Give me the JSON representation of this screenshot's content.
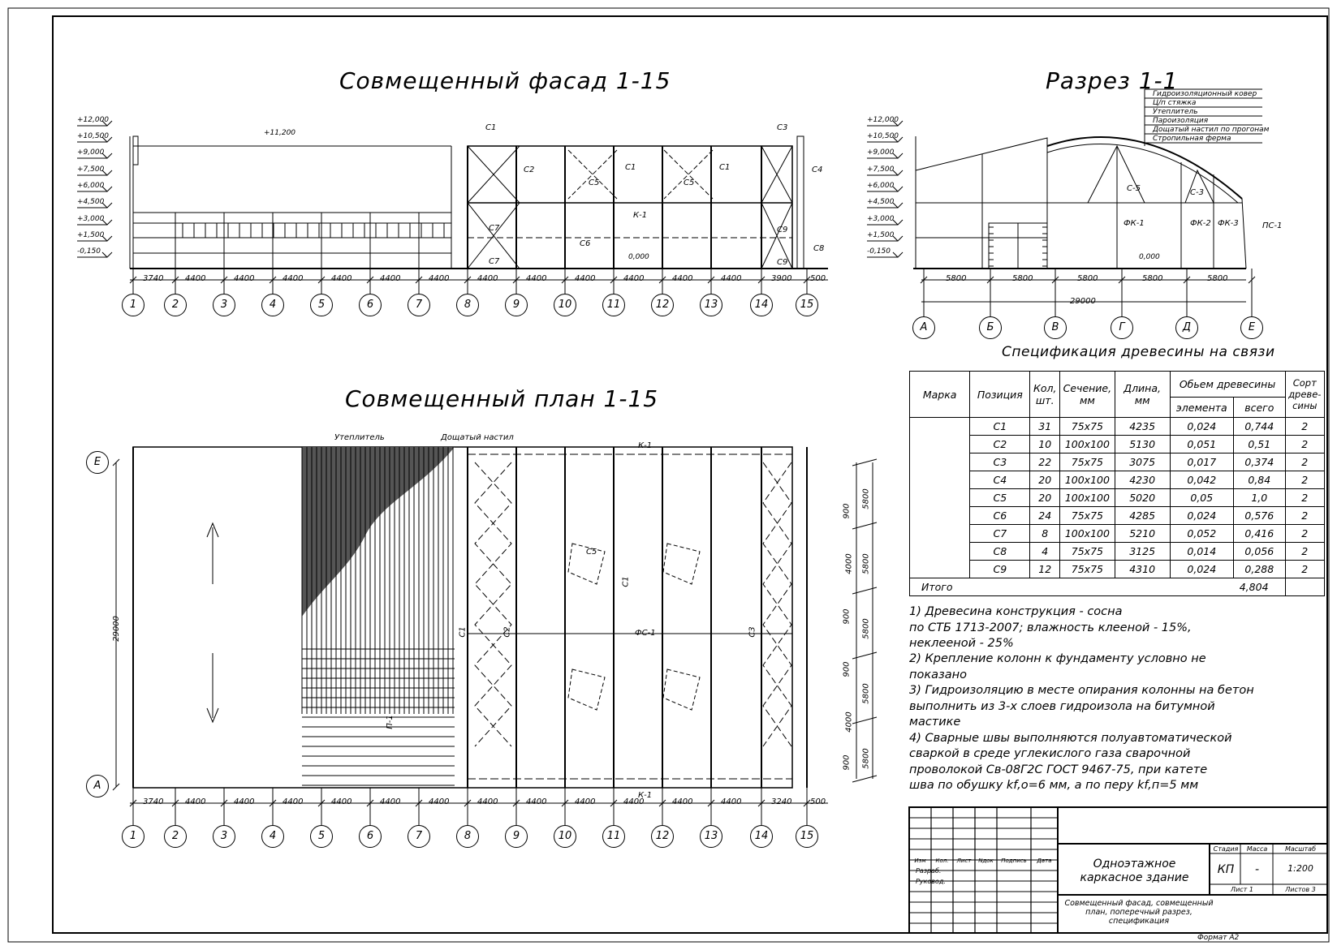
{
  "titles": {
    "facade": "Совмещенный фасад 1-15",
    "section": "Разрез 1-1",
    "plan": "Совмещенный план 1-15",
    "spec": "Спецификация древесины на связи"
  },
  "levels": [
    "+12,000",
    "+10,500",
    "+9,000",
    "+7,500",
    "+6,000",
    "+4,500",
    "+3,000",
    "+1,500",
    "-0,150"
  ],
  "facade": {
    "top_mark": "+11,200",
    "zero_mark": "0,000",
    "dims": [
      "3740",
      "4400",
      "4400",
      "4400",
      "4400",
      "4400",
      "4400",
      "4400",
      "4400",
      "4400",
      "4400",
      "4400",
      "4400",
      "3900",
      "500"
    ],
    "axes": [
      "1",
      "2",
      "3",
      "4",
      "5",
      "6",
      "7",
      "8",
      "9",
      "10",
      "11",
      "12",
      "13",
      "14",
      "15"
    ],
    "labels": {
      "c1a": "С1",
      "c1b": "С1",
      "c1c": "С1",
      "c2": "С2",
      "c3": "С3",
      "c4": "С4",
      "c5a": "С5",
      "c5b": "С5",
      "c6": "С6",
      "c7a": "С7",
      "c7b": "С7",
      "c8": "С8",
      "c9a": "С9",
      "c9b": "С9",
      "k1": "К-1"
    }
  },
  "section": {
    "layers": [
      "Гидроизоляционный ковер",
      "Ц/п стяжка",
      "Утеплитель",
      "Пароизоляция",
      "Дощатый настил по прогонам",
      "Стропильная ферма"
    ],
    "dims": [
      "5800",
      "5800",
      "5800",
      "5800",
      "5800"
    ],
    "total": "29000",
    "zero_mark": "0,000",
    "axes": [
      "А",
      "Б",
      "В",
      "Г",
      "Д",
      "Е"
    ],
    "labels": {
      "c5": "С-5",
      "c3": "С-3",
      "fk1": "ФК-1",
      "fk2": "ФК-2",
      "fk3": "ФК-3",
      "ps1": "ПС-1"
    }
  },
  "plan": {
    "dims": [
      "3740",
      "4400",
      "4400",
      "4400",
      "4400",
      "4400",
      "4400",
      "4400",
      "4400",
      "4400",
      "4400",
      "4400",
      "4400",
      "3240",
      "500"
    ],
    "axes": [
      "1",
      "2",
      "3",
      "4",
      "5",
      "6",
      "7",
      "8",
      "9",
      "10",
      "11",
      "12",
      "13",
      "14",
      "15"
    ],
    "row_axes": [
      "Е",
      "А"
    ],
    "span": "29000",
    "right_dims": [
      "900",
      "4000",
      "900",
      "900",
      "4000",
      "900"
    ],
    "right_dims2": [
      "5800",
      "5800",
      "5800",
      "5800",
      "5800"
    ],
    "labels": {
      "insul": "Утеплитель",
      "deck": "Дощатый настил",
      "k1top": "К-1",
      "k1bot": "К-1",
      "fs1": "ФС-1",
      "c1": "С1",
      "c2": "С2",
      "c3": "С3",
      "c5": "С5",
      "c1r": "С1",
      "pd": "П-1"
    }
  },
  "spec_table": {
    "headers": {
      "mark": "Марка",
      "pos": "Позиция",
      "qty": "Кол, шт.",
      "sect": "Сечение, мм",
      "len": "Длина, мм",
      "vol": "Обьем древесины",
      "vol_el": "элемента",
      "vol_all": "всего",
      "grade": "Сорт древе- сины"
    },
    "rows": [
      {
        "pos": "С1",
        "qty": "31",
        "sect": "75х75",
        "len": "4235",
        "el": "0,024",
        "all": "0,744",
        "gr": "2"
      },
      {
        "pos": "С2",
        "qty": "10",
        "sect": "100х100",
        "len": "5130",
        "el": "0,051",
        "all": "0,51",
        "gr": "2"
      },
      {
        "pos": "С3",
        "qty": "22",
        "sect": "75х75",
        "len": "3075",
        "el": "0,017",
        "all": "0,374",
        "gr": "2"
      },
      {
        "pos": "С4",
        "qty": "20",
        "sect": "100х100",
        "len": "4230",
        "el": "0,042",
        "all": "0,84",
        "gr": "2"
      },
      {
        "pos": "С5",
        "qty": "20",
        "sect": "100х100",
        "len": "5020",
        "el": "0,05",
        "all": "1,0",
        "gr": "2"
      },
      {
        "pos": "С6",
        "qty": "24",
        "sect": "75х75",
        "len": "4285",
        "el": "0,024",
        "all": "0,576",
        "gr": "2"
      },
      {
        "pos": "С7",
        "qty": "8",
        "sect": "100х100",
        "len": "5210",
        "el": "0,052",
        "all": "0,416",
        "gr": "2"
      },
      {
        "pos": "С8",
        "qty": "4",
        "sect": "75х75",
        "len": "3125",
        "el": "0,014",
        "all": "0,056",
        "gr": "2"
      },
      {
        "pos": "С9",
        "qty": "12",
        "sect": "75х75",
        "len": "4310",
        "el": "0,024",
        "all": "0,288",
        "gr": "2"
      }
    ],
    "total_label": "Итого",
    "total_value": "4,804"
  },
  "notes": [
    "1) Древесина конструкция - сосна",
    "по СТБ 1713-2007; влажность клееной - 15%,",
    "неклееной - 25%",
    "2) Крепление колонн к фундаменту условно не",
    "показано",
    "3) Гидроизоляцию в месте опирания колонны на бетон",
    "выполнить из 3-х слоев гидроизола на битумной",
    "мастике",
    "4) Сварные швы выполняются полуавтоматической",
    "сваркой в среде углекислого газа сварочной",
    "проволокой Св-08Г2С ГОСТ 9467-75, при катете",
    "шва по обушку kf,o=6 мм, а по перу kf,п=5 мм"
  ],
  "stamp": {
    "cols": [
      "Изм",
      "Кол.",
      "Лист",
      "Nдок",
      "Подпись",
      "Дата"
    ],
    "razrab": "Разраб.",
    "rukovod": "Руковод.",
    "title": "Одноэтажное каркасное здание",
    "sheet_title": "Совмещенный фасад, совмещенный план, поперечный разрез, спецификация",
    "stadia": "Стадия",
    "massa": "Масса",
    "masshtab": "Масштаб",
    "stadia_val": "КП",
    "massa_val": "-",
    "masshtab_val": "1:200",
    "list": "Лист 1",
    "listov": "Листов 3",
    "format": "Формат А2"
  }
}
